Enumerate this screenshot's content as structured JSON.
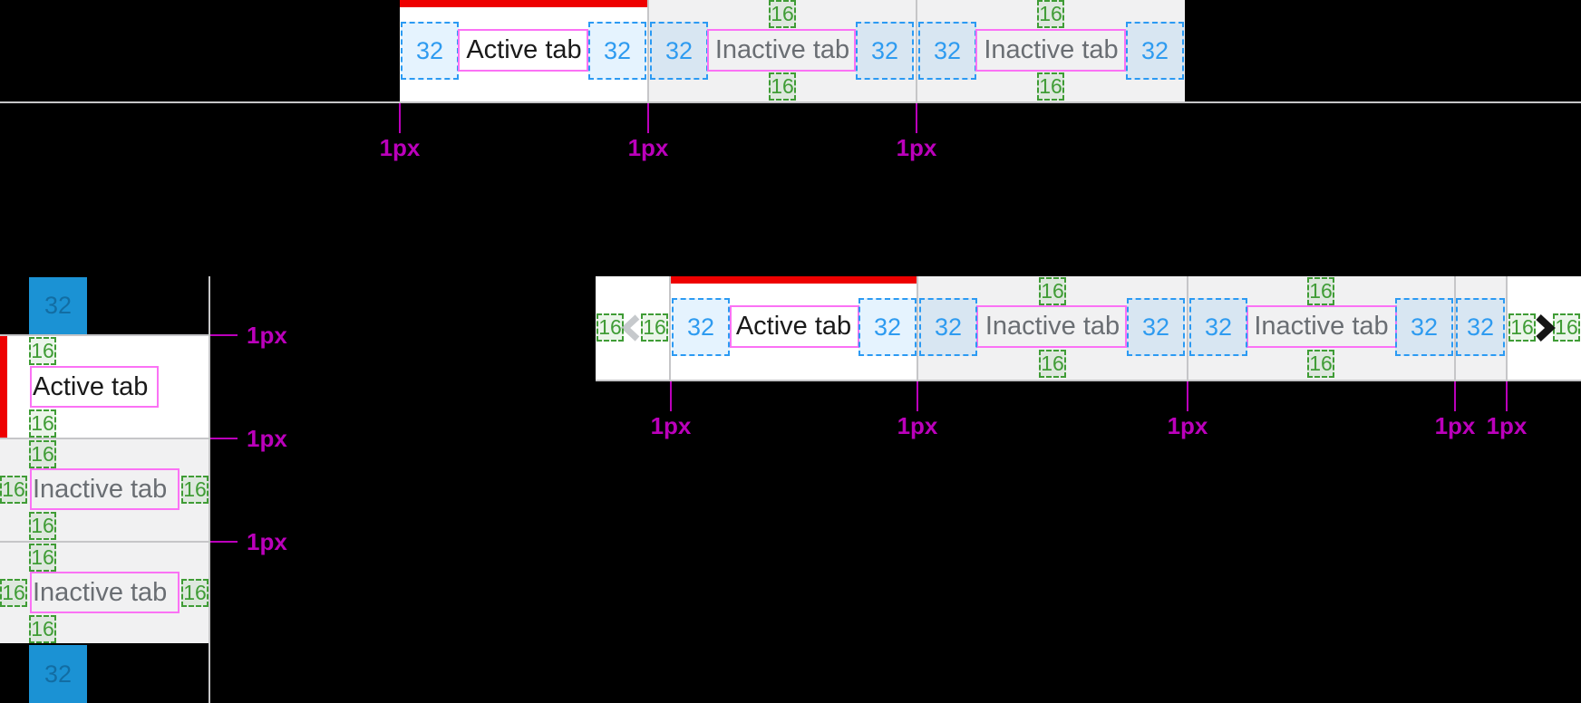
{
  "labels": {
    "active_tab": "Active tab",
    "inactive_tab": "Inactive tab",
    "spacing_32": "32",
    "padding_16": "16",
    "border_1px": "1px"
  },
  "colors": {
    "active_indicator_red": "#ee0000",
    "spacing_box_blue": "#2b9af3",
    "padding_box_green": "#3f9c35",
    "label_bounds_pink": "#fb72f5",
    "measurement_magenta": "#bb00bb",
    "touch_target_blue": "#1b92d4",
    "active_tab_text": "#1a1a1a",
    "inactive_tab_text": "#6a6e73",
    "inactive_tab_bg": "#f1f1f2",
    "divider_gray": "#c6c6c8"
  },
  "top_tab_bar": {
    "tabs": [
      {
        "label": "Active tab",
        "state": "active"
      },
      {
        "label": "Inactive tab",
        "state": "inactive"
      },
      {
        "label": "Inactive tab",
        "state": "inactive"
      }
    ],
    "border_markers": [
      "1px",
      "1px",
      "1px"
    ]
  },
  "vertical_tab_list": {
    "tabs": [
      {
        "label": "Active tab",
        "state": "active"
      },
      {
        "label": "Inactive tab",
        "state": "inactive"
      },
      {
        "label": "Inactive tab",
        "state": "inactive"
      }
    ],
    "border_markers": [
      "1px",
      "1px",
      "1px"
    ],
    "touch_targets": [
      "32",
      "32"
    ]
  },
  "scrollable_tab_bar": {
    "left_scroll_button": "chevron-left",
    "right_scroll_button": "chevron-right",
    "tabs": [
      {
        "label": "Active tab",
        "state": "active"
      },
      {
        "label": "Inactive tab",
        "state": "inactive"
      },
      {
        "label": "Inactive tab",
        "state": "inactive"
      }
    ],
    "border_markers": [
      "1px",
      "1px",
      "1px",
      "1px",
      "1px"
    ]
  }
}
